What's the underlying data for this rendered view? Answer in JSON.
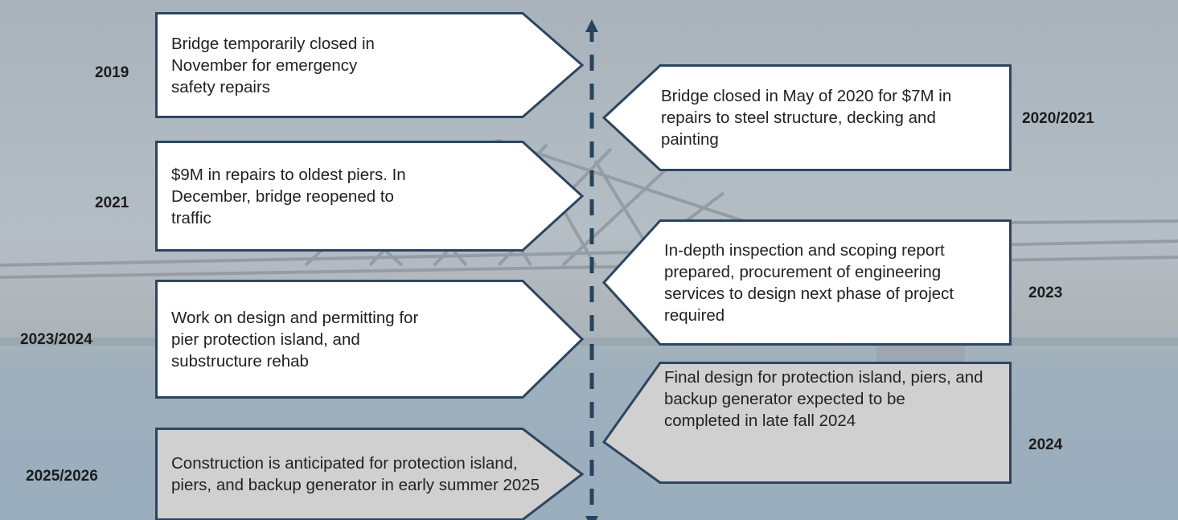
{
  "timeline": {
    "events": [
      {
        "year": "2019",
        "text": "Bridge temporarily closed in November for emergency safety repairs"
      },
      {
        "year": "2020/2021",
        "text": "Bridge closed in May of 2020 for $7M in repairs to steel structure, decking and painting"
      },
      {
        "year": "2021",
        "text": "$9M in repairs to oldest piers. In December, bridge reopened to traffic"
      },
      {
        "year": "2023",
        "text": "In-depth inspection and scoping report prepared, procurement of engineering services to design next phase of project required"
      },
      {
        "year": "2023/2024",
        "text": "Work on design and permitting for pier protection island, and substructure rehab"
      },
      {
        "year": "2024",
        "text": "Final design for protection island, piers, and backup generator expected to be completed in late fall 2024"
      },
      {
        "year": "2025/2026",
        "text": "Construction is anticipated for protection island, piers, and backup generator in early summer 2025"
      }
    ]
  },
  "colors": {
    "box_completed": "#ffffff",
    "box_planned": "#d0d0d0",
    "border": "#2d4560",
    "axis": "#27435e"
  },
  "icons": {
    "axis_top": "arrow-up-icon",
    "axis_bottom": "arrow-down-icon"
  }
}
